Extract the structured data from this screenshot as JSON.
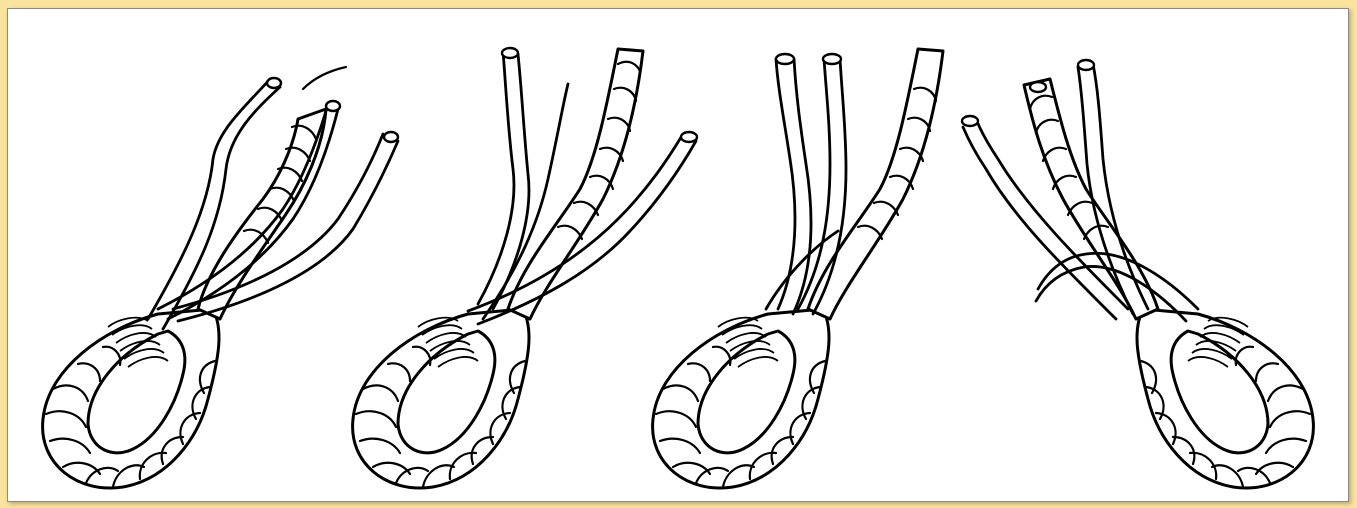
{
  "figure": {
    "background": "#fae39c",
    "panel_background": "#ffffff",
    "line_color": "#000000",
    "steps": [
      {
        "id": "step-1",
        "icon": "rope-eye-splice-step-1"
      },
      {
        "id": "step-2",
        "icon": "rope-eye-splice-step-2"
      },
      {
        "id": "step-3",
        "icon": "rope-eye-splice-step-3"
      },
      {
        "id": "step-4",
        "icon": "rope-eye-splice-step-4"
      }
    ]
  }
}
